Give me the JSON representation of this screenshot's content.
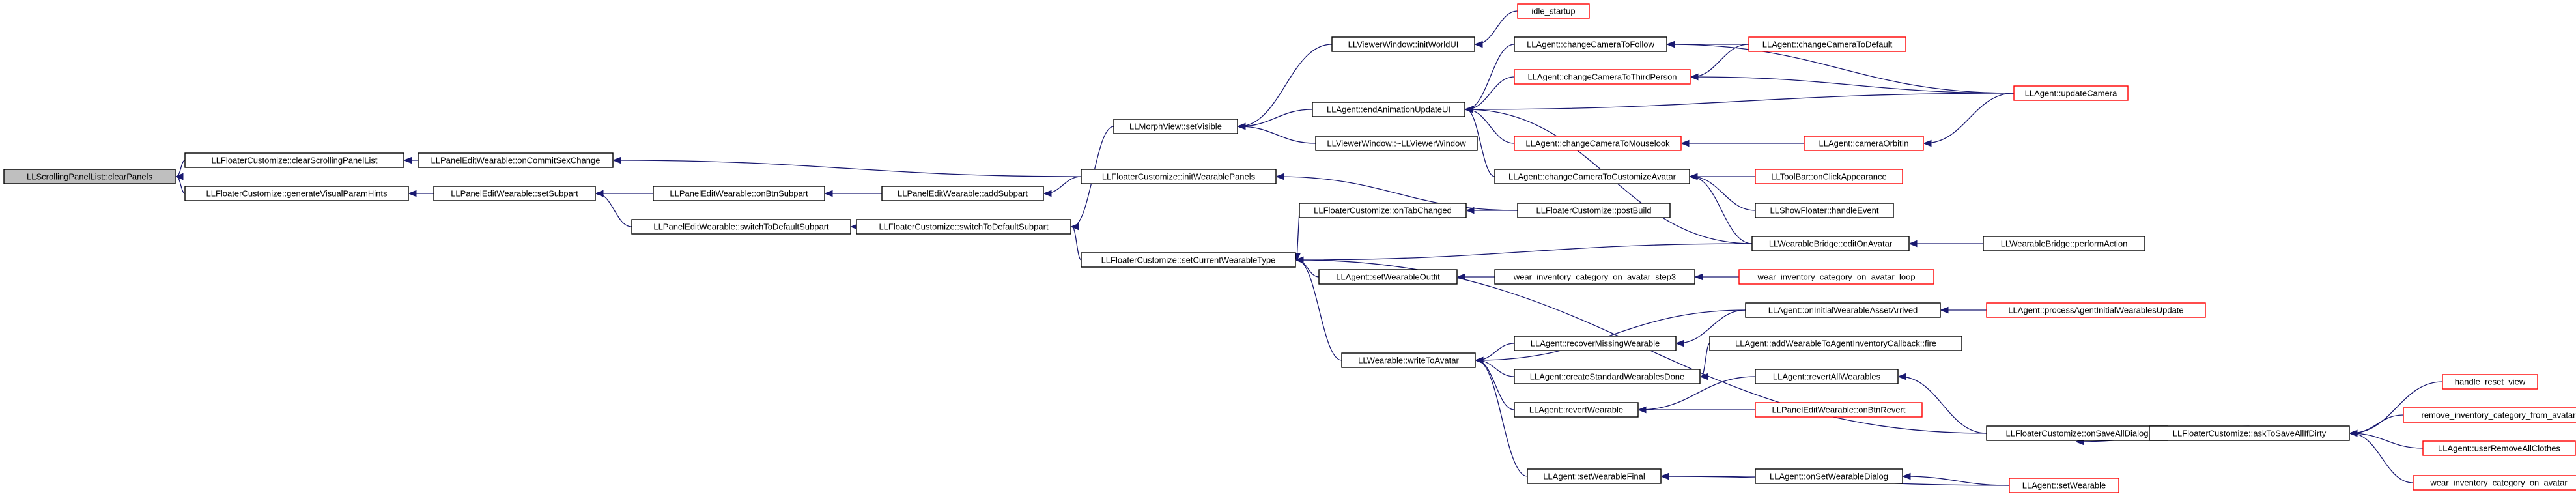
{
  "graph": {
    "nodes": [
      {
        "id": "n1",
        "label": "LLScrollingPanelList::clearPanels",
        "style": "root"
      },
      {
        "id": "n2",
        "label": "LLFloaterCustomize::clearScrollingPanelList",
        "style": "black"
      },
      {
        "id": "n3",
        "label": "LLFloaterCustomize::generateVisualParamHints",
        "style": "black"
      },
      {
        "id": "n4",
        "label": "LLPanelEditWearable::onCommitSexChange",
        "style": "black"
      },
      {
        "id": "n5",
        "label": "LLPanelEditWearable::setSubpart",
        "style": "black"
      },
      {
        "id": "n6",
        "label": "LLPanelEditWearable::onBtnSubpart",
        "style": "black"
      },
      {
        "id": "n7",
        "label": "LLPanelEditWearable::switchToDefaultSubpart",
        "style": "black"
      },
      {
        "id": "n8",
        "label": "LLPanelEditWearable::addSubpart",
        "style": "black"
      },
      {
        "id": "n9",
        "label": "LLFloaterCustomize::switchToDefaultSubpart",
        "style": "black"
      },
      {
        "id": "n10",
        "label": "LLFloaterCustomize::initWearablePanels",
        "style": "black"
      },
      {
        "id": "n11",
        "label": "LLMorphView::setVisible",
        "style": "black"
      },
      {
        "id": "n12",
        "label": "LLFloaterCustomize::setCurrentWearableType",
        "style": "black"
      },
      {
        "id": "n13",
        "label": "LLViewerWindow::initWorldUI",
        "style": "black"
      },
      {
        "id": "n14",
        "label": "idle_startup",
        "style": "red"
      },
      {
        "id": "n15",
        "label": "LLAgent::endAnimationUpdateUI",
        "style": "black"
      },
      {
        "id": "n16",
        "label": "LLViewerWindow::~LLViewerWindow",
        "style": "black"
      },
      {
        "id": "n17",
        "label": "LLAgent::changeCameraToFollow",
        "style": "black"
      },
      {
        "id": "n18",
        "label": "LLAgent::changeCameraToThirdPerson",
        "style": "red"
      },
      {
        "id": "n19",
        "label": "LLAgent::changeCameraToMouselook",
        "style": "red"
      },
      {
        "id": "n20",
        "label": "LLAgent::changeCameraToCustomizeAvatar",
        "style": "black"
      },
      {
        "id": "n21",
        "label": "LLAgent::changeCameraToDefault",
        "style": "red"
      },
      {
        "id": "n22",
        "label": "LLAgent::updateCamera",
        "style": "red"
      },
      {
        "id": "n23",
        "label": "LLAgent::cameraOrbitIn",
        "style": "red"
      },
      {
        "id": "n24",
        "label": "LLToolBar::onClickAppearance",
        "style": "red"
      },
      {
        "id": "n25",
        "label": "LLShowFloater::handleEvent",
        "style": "black"
      },
      {
        "id": "n26",
        "label": "LLWearableBridge::editOnAvatar",
        "style": "black"
      },
      {
        "id": "n27",
        "label": "LLWearableBridge::performAction",
        "style": "black"
      },
      {
        "id": "n28",
        "label": "LLFloaterCustomize::onTabChanged",
        "style": "black"
      },
      {
        "id": "n29",
        "label": "LLFloaterCustomize::postBuild",
        "style": "black"
      },
      {
        "id": "n30",
        "label": "LLAgent::setWearableOutfit",
        "style": "black"
      },
      {
        "id": "n31",
        "label": "wear_inventory_category_on_avatar_step3",
        "style": "black"
      },
      {
        "id": "n32",
        "label": "wear_inventory_category_on_avatar_loop",
        "style": "red"
      },
      {
        "id": "n33",
        "label": "LLWearable::writeToAvatar",
        "style": "black"
      },
      {
        "id": "n34",
        "label": "LLAgent::recoverMissingWearable",
        "style": "black"
      },
      {
        "id": "n35",
        "label": "LLAgent::createStandardWearablesDone",
        "style": "black"
      },
      {
        "id": "n36",
        "label": "LLAgent::revertWearable",
        "style": "black"
      },
      {
        "id": "n37",
        "label": "LLAgent::setWearableFinal",
        "style": "black"
      },
      {
        "id": "n38",
        "label": "LLAgent::onInitialWearableAssetArrived",
        "style": "black"
      },
      {
        "id": "n39",
        "label": "LLAgent::processAgentInitialWearablesUpdate",
        "style": "red"
      },
      {
        "id": "n40",
        "label": "LLAgent::addWearableToAgentInventoryCallback::fire",
        "style": "black"
      },
      {
        "id": "n41",
        "label": "LLAgent::revertAllWearables",
        "style": "black"
      },
      {
        "id": "n42",
        "label": "LLPanelEditWearable::onBtnRevert",
        "style": "red"
      },
      {
        "id": "n43",
        "label": "LLAgent::onSetWearableDialog",
        "style": "black"
      },
      {
        "id": "n44",
        "label": "LLFloaterCustomize::onSaveAllDialog",
        "style": "black"
      },
      {
        "id": "n45",
        "label": "LLFloaterCustomize::askToSaveAllIfDirty",
        "style": "black"
      },
      {
        "id": "n46",
        "label": "LLAgent::setWearable",
        "style": "red"
      },
      {
        "id": "n47",
        "label": "handle_reset_view",
        "style": "red"
      },
      {
        "id": "n48",
        "label": "remove_inventory_category_from_avatar",
        "style": "red"
      },
      {
        "id": "n49",
        "label": "LLAgent::userRemoveAllClothes",
        "style": "red"
      },
      {
        "id": "n50",
        "label": "wear_inventory_category_on_avatar",
        "style": "red"
      }
    ],
    "edges": [
      [
        "n2",
        "n1"
      ],
      [
        "n3",
        "n1"
      ],
      [
        "n4",
        "n2"
      ],
      [
        "n10",
        "n4"
      ],
      [
        "n5",
        "n3"
      ],
      [
        "n6",
        "n5"
      ],
      [
        "n7",
        "n5"
      ],
      [
        "n8",
        "n6"
      ],
      [
        "n10",
        "n8"
      ],
      [
        "n9",
        "n7"
      ],
      [
        "n12",
        "n9"
      ],
      [
        "n11",
        "n9"
      ],
      [
        "n13",
        "n11"
      ],
      [
        "n14",
        "n13"
      ],
      [
        "n15",
        "n11"
      ],
      [
        "n16",
        "n11"
      ],
      [
        "n17",
        "n15"
      ],
      [
        "n18",
        "n15"
      ],
      [
        "n19",
        "n15"
      ],
      [
        "n20",
        "n15"
      ],
      [
        "n26",
        "n15"
      ],
      [
        "n22",
        "n15"
      ],
      [
        "n21",
        "n17"
      ],
      [
        "n22",
        "n17"
      ],
      [
        "n22",
        "n18"
      ],
      [
        "n21",
        "n18"
      ],
      [
        "n23",
        "n19"
      ],
      [
        "n22",
        "n23"
      ],
      [
        "n24",
        "n20"
      ],
      [
        "n25",
        "n20"
      ],
      [
        "n26",
        "n20"
      ],
      [
        "n27",
        "n26"
      ],
      [
        "n26",
        "n12"
      ],
      [
        "n28",
        "n12"
      ],
      [
        "n29",
        "n28"
      ],
      [
        "n29",
        "n10"
      ],
      [
        "n30",
        "n12"
      ],
      [
        "n31",
        "n30"
      ],
      [
        "n32",
        "n31"
      ],
      [
        "n33",
        "n12"
      ],
      [
        "n34",
        "n33"
      ],
      [
        "n35",
        "n33"
      ],
      [
        "n36",
        "n33"
      ],
      [
        "n37",
        "n33"
      ],
      [
        "n38",
        "n33"
      ],
      [
        "n38",
        "n34"
      ],
      [
        "n39",
        "n38"
      ],
      [
        "n40",
        "n35"
      ],
      [
        "n41",
        "n36"
      ],
      [
        "n42",
        "n36"
      ],
      [
        "n44",
        "n41"
      ],
      [
        "n43",
        "n37"
      ],
      [
        "n46",
        "n37"
      ],
      [
        "n46",
        "n43"
      ],
      [
        "n44",
        "n12"
      ],
      [
        "n45",
        "n44"
      ],
      [
        "n47",
        "n45"
      ],
      [
        "n48",
        "n45"
      ],
      [
        "n49",
        "n45"
      ],
      [
        "n50",
        "n45"
      ]
    ]
  }
}
